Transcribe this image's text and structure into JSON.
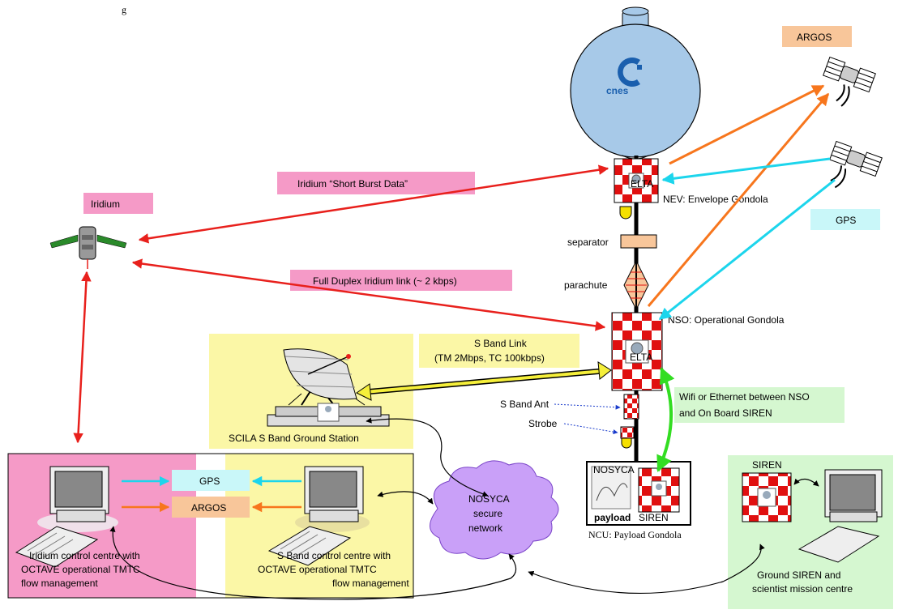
{
  "header_fragment": "g",
  "balloon": {
    "logo_text": "cnes"
  },
  "links": {
    "short_burst": "Iridium “Short Burst Data”",
    "full_duplex": "Full Duplex Iridium link (~ 2 kbps)",
    "s_band_line1": "S Band Link",
    "s_band_line2": "(TM 2Mbps, TC 100kbps)",
    "wifi_line1": "Wifi or Ethernet between NSO",
    "wifi_line2": "and On Board SIREN"
  },
  "satellites": {
    "iridium": "Iridium",
    "argos": "ARGOS",
    "gps": "GPS"
  },
  "gondolas": {
    "nev": "NEV: Envelope Gondola",
    "nso": "NSO: Operational Gondola",
    "ncu": "NCU: Payload Gondola",
    "separator": "separator",
    "parachute": "parachute",
    "s_band_ant": "S Band Ant",
    "strobe": "Strobe",
    "elta": "ELTA",
    "nosyca_small": "NOSYCA",
    "payload": "payload",
    "siren": "SIREN"
  },
  "ground": {
    "station": "SCILA S Band Ground Station",
    "gps": "GPS",
    "argos": "ARGOS",
    "iridium_centre": [
      "Iridium control centre with",
      "OCTAVE operational TMTC",
      "flow management"
    ],
    "sband_centre": [
      "S Band control centre with",
      "OCTAVE operational TMTC",
      "flow management"
    ],
    "network": [
      "NOSYCA",
      "secure",
      "network"
    ],
    "siren_label": "SIREN",
    "siren_centre": [
      "Ground SIREN and",
      "scientist mission centre"
    ]
  },
  "colors": {
    "iridium_pink": "#f59ac7",
    "sband_yellow": "#fbf7a6",
    "siren_green": "#d5f7d0",
    "argos_orange": "#f8c69a",
    "gps_cyan": "#c9f7f9",
    "cloud_purple": "#c9a0f8",
    "balloon_blue": "#a7c9e8",
    "red_link": "#e8201c",
    "orange_link": "#f7761d",
    "cyan_link": "#1cd5ec",
    "green_link": "#33dd22"
  }
}
